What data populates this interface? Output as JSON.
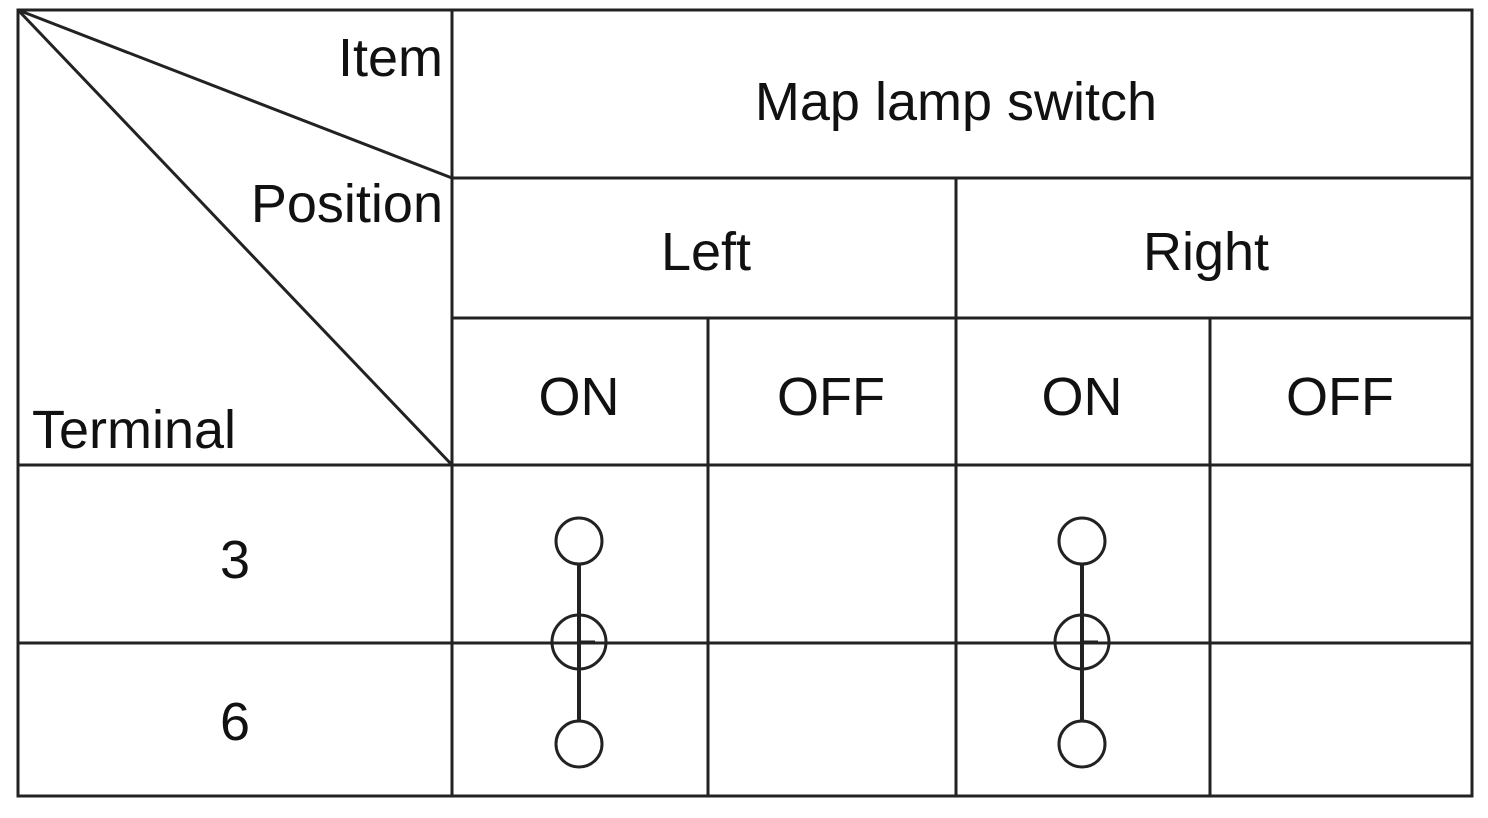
{
  "table": {
    "corner": {
      "item_label": "Item",
      "position_label": "Position",
      "terminal_label": "Terminal"
    },
    "item_title": "Map lamp switch",
    "positions": [
      {
        "label": "Left",
        "states": [
          "ON",
          "OFF"
        ]
      },
      {
        "label": "Right",
        "states": [
          "ON",
          "OFF"
        ]
      }
    ],
    "terminals": [
      "3",
      "6"
    ],
    "continuity": [
      {
        "position": "Left",
        "state": "ON",
        "terminals": [
          "3",
          "6"
        ],
        "connected": true
      },
      {
        "position": "Left",
        "state": "OFF",
        "terminals": [],
        "connected": false
      },
      {
        "position": "Right",
        "state": "ON",
        "terminals": [
          "3",
          "6"
        ],
        "connected": true
      },
      {
        "position": "Right",
        "state": "OFF",
        "terminals": [],
        "connected": false
      }
    ]
  },
  "colors": {
    "line": "#222222",
    "text": "#111111",
    "background": "#ffffff"
  },
  "icons": {
    "terminal_node": "open-circle-icon",
    "bulb_node": "circle-plus-icon"
  }
}
